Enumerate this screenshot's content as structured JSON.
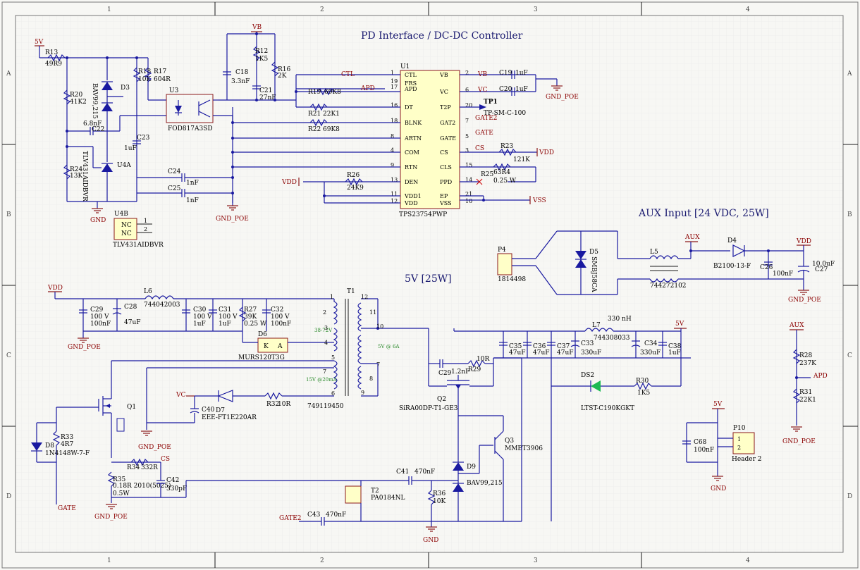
{
  "frame": {
    "cols": [
      "1",
      "2",
      "3",
      "4"
    ],
    "rows": [
      "A",
      "B",
      "C",
      "D"
    ]
  },
  "sections": {
    "pd_title": "PD Interface / DC-DC Controller",
    "aux_title": "AUX Input [24 VDC, 25W]",
    "fivev_title": "5V [25W]"
  },
  "ic": {
    "ref": "U1",
    "part": "TPS23754PWP",
    "left_pins": [
      {
        "num": "1",
        "name": "CTL"
      },
      {
        "num": "19",
        "name": "FRS"
      },
      {
        "num": "17",
        "name": "APD"
      },
      {
        "num": "16",
        "name": "DT"
      },
      {
        "num": "18",
        "name": "BLNK"
      },
      {
        "num": "8",
        "name": "ARTN"
      },
      {
        "num": "4",
        "name": "COM"
      },
      {
        "num": "9",
        "name": "RTN"
      },
      {
        "num": "13",
        "name": "DEN"
      },
      {
        "num": "11",
        "name": "VDD1"
      },
      {
        "num": "12",
        "name": "VDD"
      }
    ],
    "right_pins": [
      {
        "num": "2",
        "name": "VB"
      },
      {
        "num": "6",
        "name": "VC"
      },
      {
        "num": "20",
        "name": "T2P"
      },
      {
        "num": "7",
        "name": "GAT2"
      },
      {
        "num": "5",
        "name": "GATE"
      },
      {
        "num": "3",
        "name": "CS"
      },
      {
        "num": "15",
        "name": "CLS"
      },
      {
        "num": "14",
        "name": "PPD"
      },
      {
        "num": "21",
        "name": "EP"
      },
      {
        "num": "10",
        "name": "VSS"
      }
    ]
  },
  "labels": {
    "vb_top": "VB",
    "r12": "R12",
    "r12v": "1K5",
    "r16": "R16",
    "r16v": "2K",
    "c18": "C18",
    "c18v": "3.3nF",
    "c21": "C21",
    "c21v": "27nF",
    "r13": "R13",
    "r13v": "49R9",
    "fivev": "5V",
    "r18": "R18",
    "r18v": "10K",
    "r17": "R17",
    "r17v": "604R",
    "d3": "D3",
    "d3p": "BAV99,215",
    "r20": "R20",
    "r20v": "41K2",
    "u3": "U3",
    "u3p": "FOD817A3SD",
    "c22": "C22",
    "c22v": "6.8nF",
    "c23": "C23",
    "c23v": "1uF",
    "u4a": "U4A",
    "u4ap": "TLV431AIDBVR",
    "r24": "R24",
    "r24v": "13K",
    "c24": "C24",
    "c24v": "1nF",
    "c25": "C25",
    "c25v": "1nF",
    "gnd": "GND",
    "gndpoe": "GND_POE",
    "u4b": "U4B",
    "u4bp": "TLV431AIDBVR",
    "nc1": "NC",
    "nc2": "NC",
    "ctl": "CTL",
    "apd": "APD",
    "r19": "R19",
    "r19v": "69K8",
    "r21": "R21",
    "r21v": "22K1",
    "r22": "R22",
    "r22v": "69K8",
    "vdd": "VDD",
    "r26": "R26",
    "r26v": "24K9",
    "vb": "VB",
    "vc": "VC",
    "c19": "C19",
    "c19v": "1uF",
    "c20": "C20",
    "c20v": "1uF",
    "tp1": "TP1",
    "tp1p": "TP-SM-C-100",
    "gate2": "GATE2",
    "gate": "GATE",
    "cs": "CS",
    "r23": "R23",
    "r23v": "121K",
    "r25": "R25",
    "r25v": "63R4",
    "r25w": "0.25 W",
    "vss": "VSS",
    "p4": "P4",
    "p4p": "1814498",
    "d5": "D5",
    "d5p": "SMBJ58CA",
    "l5": "L5",
    "l5p": "744272102",
    "aux": "AUX",
    "d4": "D4",
    "d4p": "B2100-13-F",
    "c26": "C26",
    "c26v": "100nF",
    "c27": "C27",
    "c27v": "10.0uF",
    "l6": "L6",
    "l6p": "744042003",
    "c29": "C29",
    "c29a": "100 V",
    "c29v": "100nF",
    "c28": "C28",
    "c28v": "47uF",
    "c30": "C30",
    "c30a": "100 V",
    "c30v": "1uF",
    "c31": "C31",
    "c31a": "100 V",
    "c31v": "1uF",
    "r27": "R27",
    "r27v": "39K",
    "r27w": "0.25 W",
    "c32": "C32",
    "c32a": "100 V",
    "c32v": "100nF",
    "d6": "D6",
    "d6p": "MURS120T3G",
    "t1": "T1",
    "t1p": "749119450",
    "t1a": "38-72V",
    "t1b": "5V @ 6A",
    "t1c": "15V @20mA",
    "c40": "C40",
    "c40p": "EEE-FT1E220AR",
    "d7": "D7",
    "r32": "R32",
    "r32v": "10R",
    "q1": "Q1",
    "r33": "R33",
    "r33v": "4R7",
    "d8": "D8",
    "d8p": "1N4148W-7-F",
    "r34": "R34",
    "r34v": "332R",
    "r35": "R35",
    "r35v": "0.18R 2010(5025)",
    "r35w": "0.5W",
    "c42": "C42",
    "c42v": "330pF",
    "c41": "C41",
    "c41v": "470nF",
    "t2": "T2",
    "t2p": "PA0184NL",
    "c43": "C43",
    "c43v": "470nF",
    "r36": "R36",
    "r36v": "10K",
    "d9": "D9",
    "d9p": "BAV99,215",
    "q3": "Q3",
    "q3p": "MMBT3906",
    "q2": "Q2",
    "q2p": "SiRA00DP-T1-GE3",
    "c29b": "C29",
    "c29bv": "1.2nF",
    "r29": "R29",
    "r29v": "10R",
    "c35": "C35",
    "c35v": "47uF",
    "c36": "C36",
    "c36v": "47uF",
    "c37": "C37",
    "c37v": "47uF",
    "c33": "C33",
    "c33v": "330uF",
    "l7": "L7",
    "l7v": "330 nH",
    "l7p": "744308033",
    "c34": "C34",
    "c34v": "330uF",
    "c38": "C38",
    "c38v": "1uF",
    "ds2": "DS2",
    "ds2p": "LTST-C190KGKT",
    "r30": "R30",
    "r30v": "1K5",
    "r28": "R28",
    "r28v": "237K",
    "r31": "R31",
    "r31v": "22K1",
    "c68": "C68",
    "c68v": "100nF",
    "p10": "P10",
    "p10p": "Header 2",
    "vc2": "VC",
    "ka_k": "K",
    "ka_a": "A"
  }
}
